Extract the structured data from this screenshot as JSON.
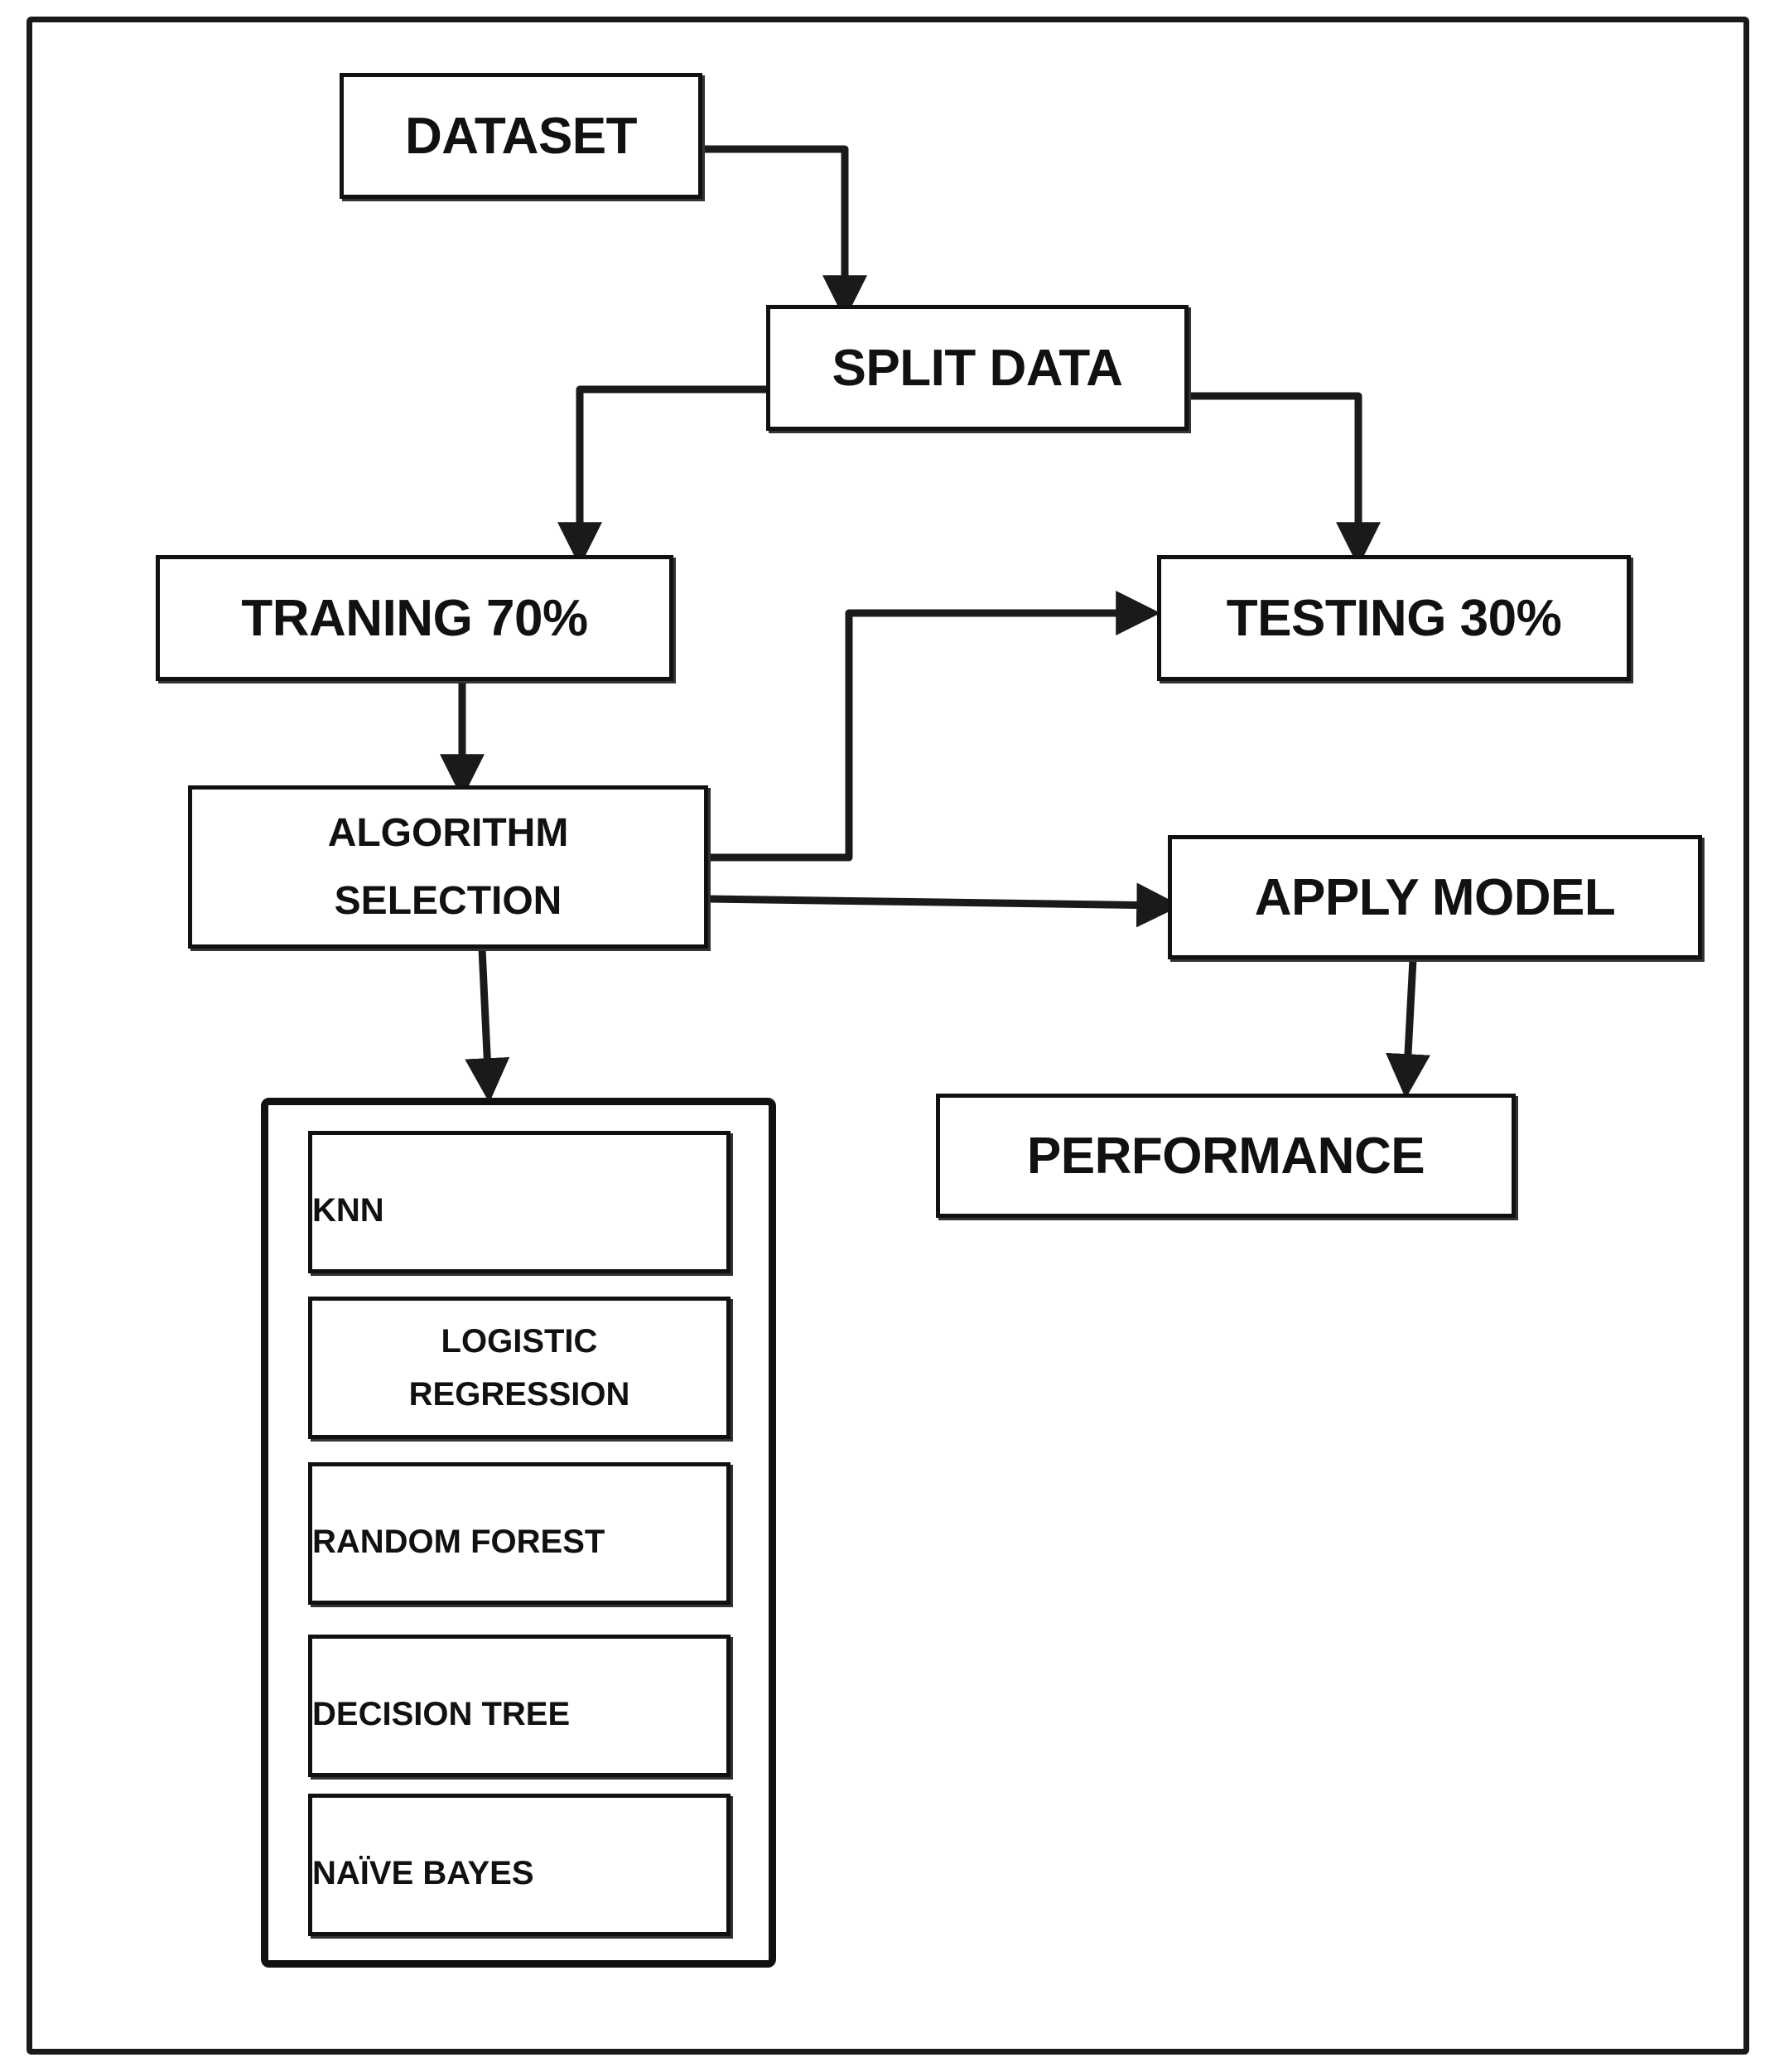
{
  "diagram": {
    "dataset": "DATASET",
    "split_data": "SPLIT DATA",
    "training": "TRANING 70%",
    "testing": "TESTING 30%",
    "algorithm_selection": [
      "ALGORITHM",
      "SELECTION"
    ],
    "apply_model": "APPLY MODEL",
    "performance": "PERFORMANCE",
    "algorithms": [
      [
        "KNN"
      ],
      [
        "LOGISTIC",
        "REGRESSION"
      ],
      [
        "RANDOM FOREST"
      ],
      [
        "DECISION TREE"
      ],
      [
        "NAÏVE BAYES"
      ]
    ]
  }
}
